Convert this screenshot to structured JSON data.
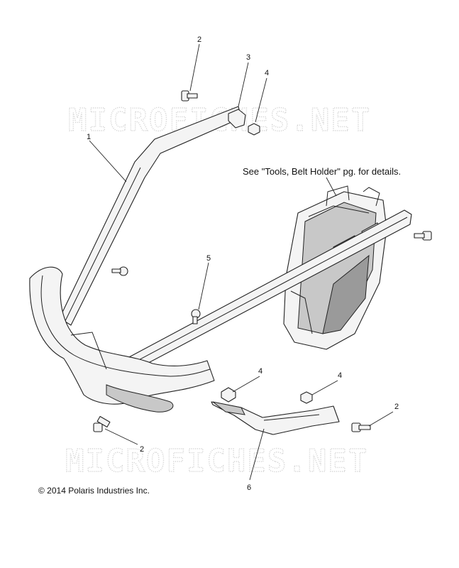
{
  "watermark": "MICROFICHES.NET",
  "note": "See \"Tools, Belt Holder\" pg. for details.",
  "copyright": "© 2014 Polaris Industries Inc.",
  "callouts": {
    "c1": "1",
    "c2a": "2",
    "c2b": "2",
    "c2c": "2",
    "c3": "3",
    "c4a": "4",
    "c4b": "4",
    "c4c": "4",
    "c5": "5",
    "c6": "6"
  }
}
